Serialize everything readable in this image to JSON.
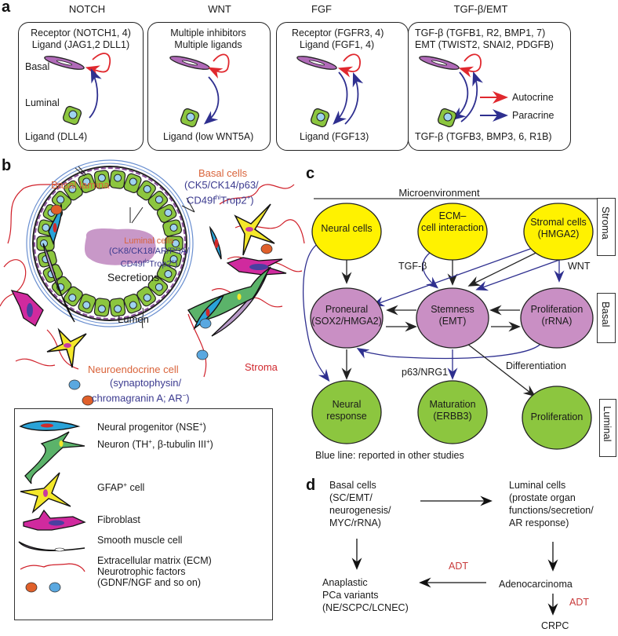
{
  "panels": {
    "a": {
      "letter": "a",
      "pathways": [
        {
          "title": "NOTCH",
          "line1": "Receptor (NOTCH1, 4)",
          "line2": "Ligand (JAG1,2 DLL1)",
          "basal_label": "Basal",
          "luminal_label": "Luminal",
          "bottom": "Ligand (DLL4)"
        },
        {
          "title": "WNT",
          "line1": "Multiple inhibitors",
          "line2": "Multiple ligands",
          "bottom": "Ligand (low WNT5A)"
        },
        {
          "title": "FGF",
          "line1": "Receptor (FGFR3, 4)",
          "line2": "Ligand (FGF1, 4)",
          "bottom": "Ligand (FGF13)"
        },
        {
          "title": "TGF-β/EMT",
          "line1": "TGF-β (TGFB1, R2, BMP1, 7)",
          "line2": "EMT (TWIST2, SNAI2, PDGFB)",
          "bottom": "TGF-β (TGFB3, BMP3, 6, R1B)"
        }
      ],
      "arrow_legend": {
        "autocrine": "Autocrine",
        "paracrine": "Paracrine"
      },
      "colors": {
        "autocrine": "#e0282e",
        "paracrine": "#2e2f8f",
        "basal_cell": "#b06ab8",
        "luminal_cell": "#8cc63f",
        "nucleus": "#9fd3f0"
      }
    },
    "b": {
      "letter": "b",
      "labels": {
        "basal_lamina": "Basal lamina",
        "basal_cells": "Basal cells",
        "basal_markers_1": "(CK5/CK14/p63/",
        "basal_markers_2a": "CD49f",
        "basal_markers_2sup": "hi",
        "basal_markers_2b": "Trop2",
        "basal_markers_2sup2": "+",
        "basal_markers_2c": ")",
        "luminal_cells": "Luminal cells",
        "luminal_markers_1": "(CK8/CK18/AR/PSA/",
        "luminal_markers_2a": "CD49f",
        "luminal_markers_2sup": "lo",
        "luminal_markers_2b": "Trop2",
        "luminal_markers_2sup2": "+",
        "luminal_markers_2c": ")",
        "secretions": "Secretions",
        "lumen": "Lumen",
        "neuroendocrine": "Neuroendocrine cell",
        "ne_markers_1": "(synaptophysin/",
        "ne_markers_2": "chromagranin A; AR",
        "ne_markers_sup": "−",
        "ne_markers_close": ")",
        "stroma": "Stroma"
      },
      "legend": [
        {
          "icon": "neural-progenitor",
          "label": "Neural progenitor (NSE",
          "sup": "+",
          "close": ")"
        },
        {
          "icon": "neuron",
          "label": "Neuron (TH",
          "sup": "+",
          "mid": ", β-tubulin III",
          "sup2": "+",
          "close": ")"
        },
        {
          "icon": "gfap-cell",
          "label": "GFAP",
          "sup": "+",
          "close": " cell"
        },
        {
          "icon": "fibroblast",
          "label": "Fibroblast"
        },
        {
          "icon": "smooth-muscle-cell",
          "label": "Smooth muscle cell"
        },
        {
          "icon": "ecm",
          "label": "Extracellular matrix (ECM)"
        },
        {
          "icon": "neurotrophic-factors",
          "label": "Neurotrophic factors",
          "label2": "(GDNF/NGF and so on)"
        }
      ]
    },
    "c": {
      "letter": "c",
      "header": "Microenvironment",
      "compartments": [
        "Stroma",
        "Basal",
        "Luminal"
      ],
      "nodes": {
        "neural_cells": [
          "Neural cells"
        ],
        "ecm": [
          "ECM–",
          "cell interaction"
        ],
        "stromal": [
          "Stromal cells",
          "(HMGA2)"
        ],
        "proneural": [
          "Proneural",
          "(SOX2/HMGA2)"
        ],
        "stemness": [
          "Stemness",
          "(EMT)"
        ],
        "proliferation_basal": [
          "Proliferation",
          "(rRNA)"
        ],
        "neural_response": [
          "Neural",
          "response"
        ],
        "maturation": [
          "Maturation",
          "(ERBB3)"
        ],
        "proliferation_luminal": [
          "Proliferation"
        ]
      },
      "edge_labels": {
        "tgf": "TGF-β",
        "wnt": "WNT",
        "p63": "p63/NRG1",
        "diff": "Differentiation"
      },
      "footnote": "Blue line: reported in other studies",
      "colors": {
        "stroma": "#fff200",
        "basal": "#c98fc4",
        "luminal": "#8cc63f",
        "blue_edge": "#2e2f8f",
        "black_edge": "#222222"
      }
    },
    "d": {
      "letter": "d",
      "basal": [
        "Basal cells",
        "(SC/EMT/",
        "neurogenesis/",
        "MYC/rRNA)"
      ],
      "luminal": [
        "Luminal cells",
        "(prostate organ",
        "functions/secretion/",
        "AR response)"
      ],
      "anaplastic": [
        "Anaplastic",
        "PCa variants",
        "(NE/SCPC/LCNEC)"
      ],
      "adeno": "Adenocarcinoma",
      "crpc": "CRPC",
      "adt1": "ADT",
      "adt2": "ADT",
      "colors": {
        "adt": "#c83a3a"
      }
    }
  }
}
